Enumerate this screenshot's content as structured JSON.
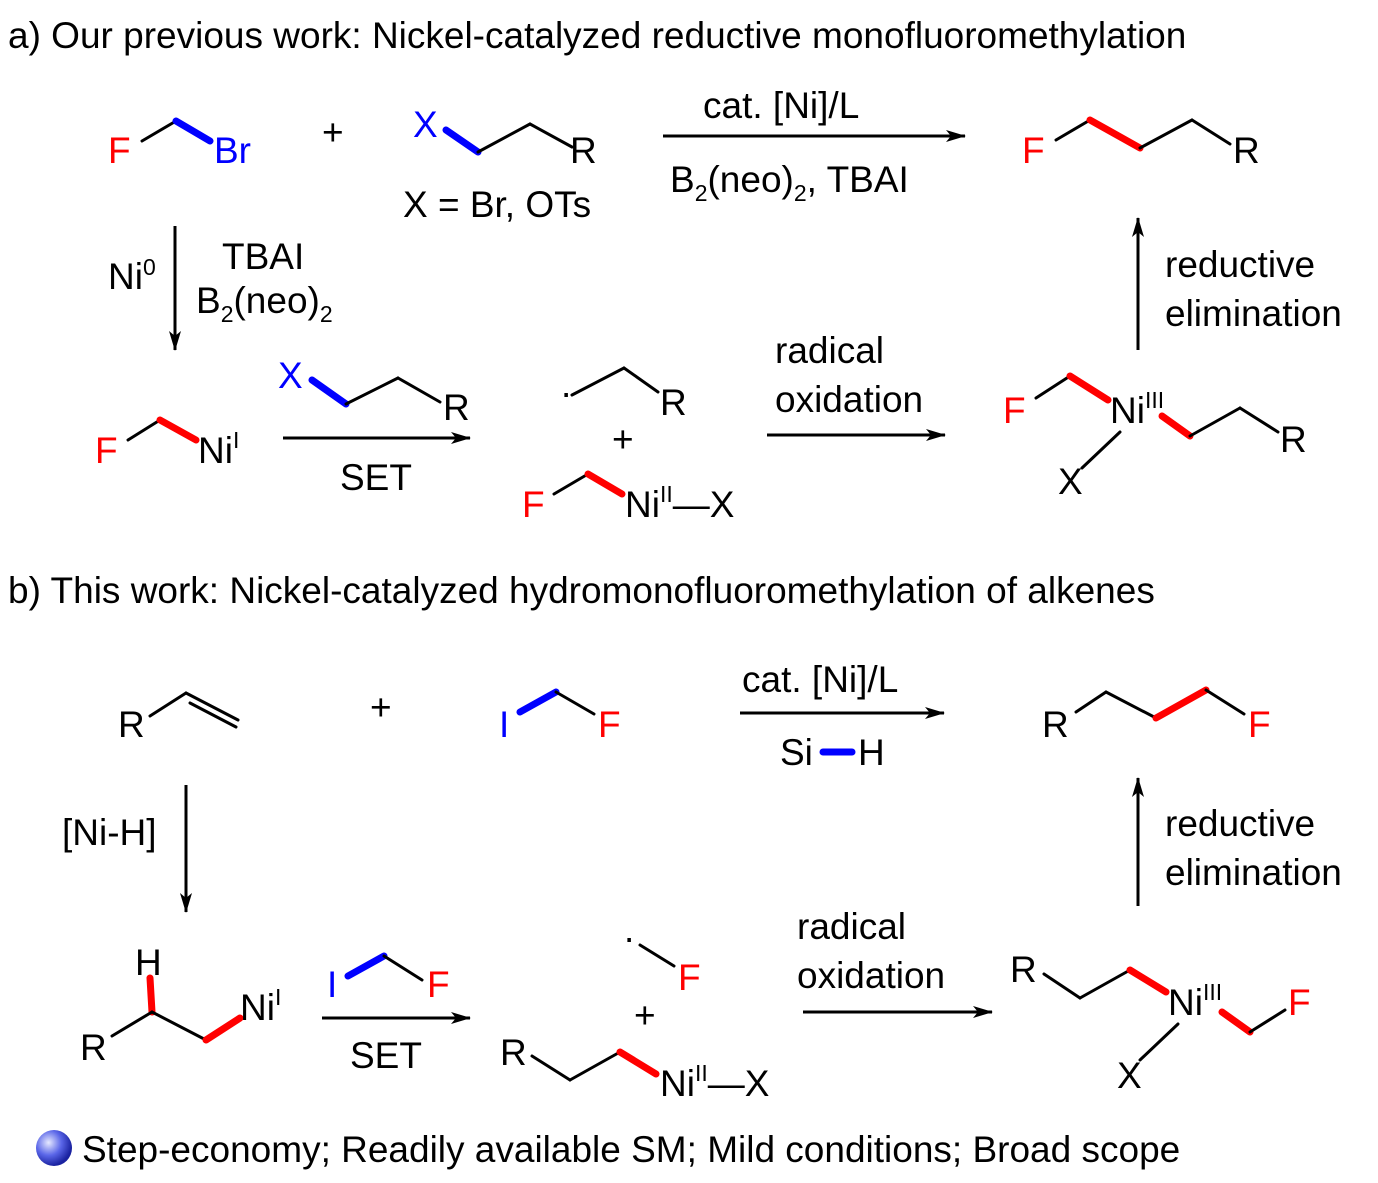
{
  "colors": {
    "bond": "#000000",
    "highlight_red": "#ff0000",
    "highlight_blue": "#0000ff",
    "bullet": "#3b47d6"
  },
  "panel_a": {
    "title": "a) Our previous work: Nickel-catalyzed reductive monofluoromethylation",
    "plus": "+",
    "x_def": "X = Br, OTs",
    "cond_top": "cat. [Ni]/L",
    "cond_bottom_pre": "B",
    "cond_bottom_sub": "2",
    "cond_bottom_post": "(neo)",
    "cond_bottom_sub2": "2",
    "cond_bottom_tail": ", TBAI",
    "left_arrow_ni": "Ni",
    "left_arrow_ni_sup": "0",
    "left_arrow_tbai": "TBAI",
    "left_arrow_b": "B",
    "left_arrow_b_sub": "2",
    "left_arrow_b_post": "(neo)",
    "left_arrow_b_sub2": "2",
    "set": "SET",
    "radical_label_1": "radical",
    "radical_label_2": "oxidation",
    "reductive_1": "reductive",
    "reductive_2": "elimination",
    "atoms": {
      "F": "F",
      "Br": "Br",
      "X": "X",
      "R": "R",
      "Ni": "Ni",
      "ni_I": "I",
      "ni_II": "II",
      "ni_III": "III",
      "dot": "·",
      "dash_X": "—X"
    }
  },
  "panel_b": {
    "title": "b) This work: Nickel-catalyzed hydromonofluoromethylation of alkenes",
    "plus": "+",
    "cond_top": "cat. [Ni]/L",
    "cond_si": "Si",
    "cond_h": "H",
    "left_arrow": "[Ni-H]",
    "set": "SET",
    "radical_label_1": "radical",
    "radical_label_2": "oxidation",
    "reductive_1": "reductive",
    "reductive_2": "elimination",
    "atoms": {
      "F": "F",
      "I": "I",
      "H": "H",
      "X": "X",
      "R": "R",
      "Ni": "Ni",
      "ni_I": "I",
      "ni_II": "II",
      "ni_III": "III",
      "dot": "·",
      "dash_X": "—X"
    }
  },
  "footer": {
    "text": "Step-economy; Readily available SM; Mild conditions; Broad scope",
    "bullet_icon": "sphere-bullet-icon"
  }
}
